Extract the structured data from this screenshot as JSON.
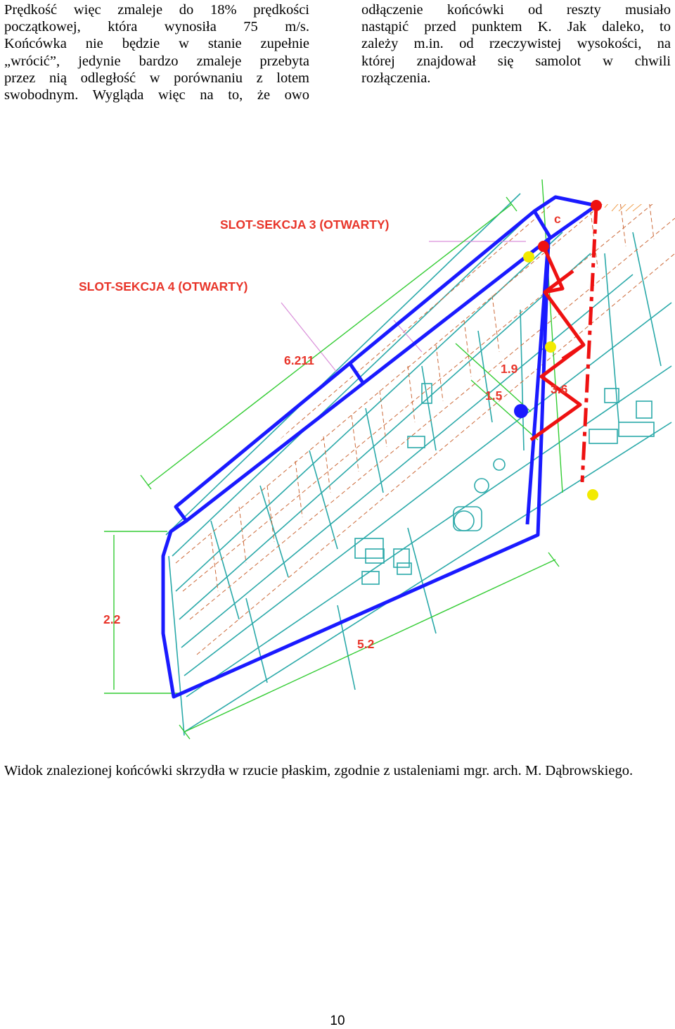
{
  "text_left": [
    "Prędkość więc zmaleje do 18% prędkości",
    "początkowej, która wynosiła 75 m/s.",
    "Końcówka nie będzie w stanie zupełnie",
    "„wrócić”, jedynie bardzo zmaleje przebyta",
    "przez nią odległość w porównaniu z lotem",
    "swobodnym. Wygląda więc na to, że owo"
  ],
  "text_right": [
    "odłączenie końcówki od reszty musiało",
    "nastąpić przed punktem K. Jak daleko, to",
    "zależy m.in. od rzeczywistej wysokości, na",
    "której znajdował się samolot w chwili",
    "rozłączenia."
  ],
  "figure": {
    "label_slot3": "SLOT-SEKCJA 3 (OTWARTY)",
    "label_slot4": "SLOT-SEKCJA 4 (OTWARTY)",
    "dim_6211": "6.211",
    "dim_22": "2.2",
    "dim_52": "5.2",
    "dim_19": "1.9",
    "dim_15": "1.5",
    "dim_36": "3.6",
    "label_c": "c",
    "colors": {
      "blue": "#1a1aff",
      "red": "#ee1111",
      "green": "#33cc33",
      "yellow": "#f2ea00",
      "teal": "#2aa9a9",
      "label_red": "#e8352a"
    }
  },
  "caption": "Widok znalezionej końcówki skrzydła w rzucie płaskim, zgodnie z ustaleniami mgr. arch. M. Dąbrowskiego.",
  "page_number": "10"
}
